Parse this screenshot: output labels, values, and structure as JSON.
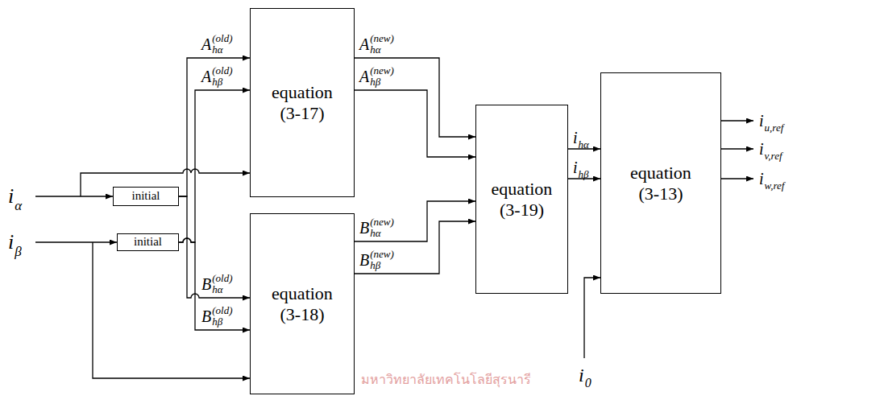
{
  "diagram": {
    "nodes": [
      {
        "text": [
          "initial"
        ]
      },
      {
        "text": [
          "initial"
        ]
      },
      {
        "text": [
          "equation (3-17)"
        ]
      },
      {
        "text": [
          "equation (3-18)"
        ]
      },
      {
        "text": [
          "equation (3-19)"
        ]
      },
      {
        "text": [
          "equation (3-13)"
        ]
      }
    ],
    "edges": [
      {
        "from": 0,
        "to": 2,
        "label": "Ahα(old)",
        "arrow": "to"
      },
      {
        "from": 0,
        "to": 3,
        "label": "Bhα(old)",
        "arrow": "to"
      },
      {
        "from": 1,
        "to": 2,
        "label": "Ahβ(old)",
        "arrow": "to"
      },
      {
        "from": 1,
        "to": 3,
        "label": "Bhβ(old)",
        "arrow": "to"
      },
      {
        "from": 2,
        "to": 4,
        "label": "Ahα(new)",
        "arrow": "to"
      },
      {
        "from": 2,
        "to": 4,
        "label": "Ahβ(new)",
        "arrow": "to"
      },
      {
        "from": 3,
        "to": 4,
        "label": "Bhα(new)",
        "arrow": "to"
      },
      {
        "from": 3,
        "to": 4,
        "label": "Bhβ(new)",
        "arrow": "to"
      },
      {
        "from": 4,
        "to": 5,
        "label": "ihα",
        "arrow": "to"
      },
      {
        "from": 4,
        "to": 5,
        "label": "ihβ",
        "arrow": "to"
      }
    ],
    "labels": [
      "iα",
      "iβ",
      "i0",
      "iu,ref",
      "iv,ref",
      "iw,ref",
      "มหาวิทยาลัยเทคโนโลยีสุรนารี"
    ]
  }
}
